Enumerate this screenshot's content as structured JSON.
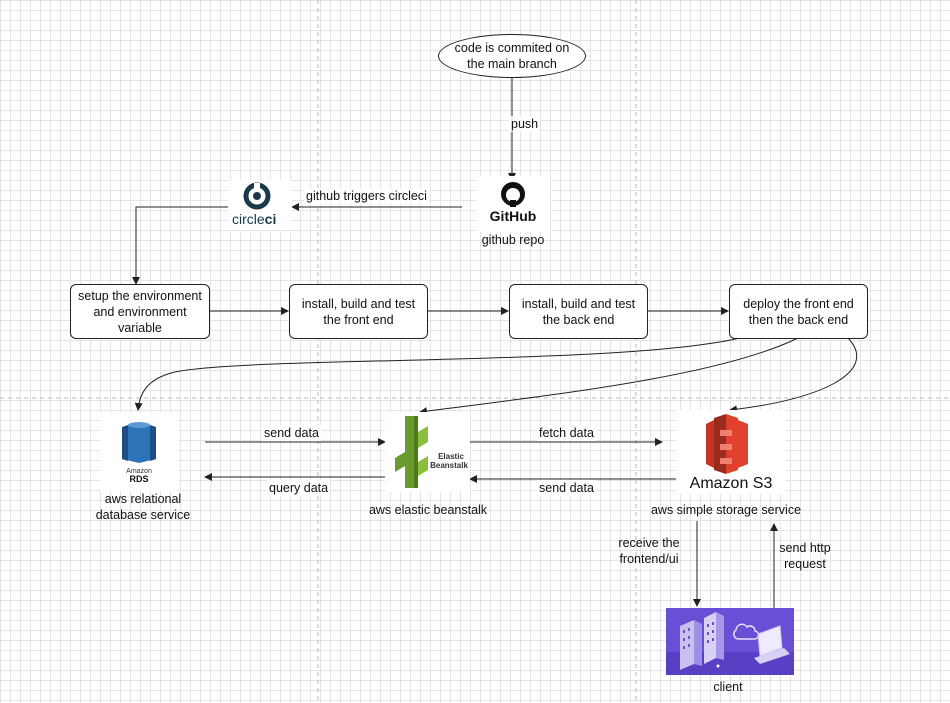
{
  "nodes": {
    "commit": "code is commited on the main branch",
    "github_caption": "github repo",
    "setup": "setup the environment and environment variable",
    "frontend": "install, build and test the front end",
    "backend": "install, build and test the back end",
    "deploy": "deploy the front end then the back end",
    "rds_caption": "aws relational database service",
    "eb_caption": "aws elastic beanstalk",
    "s3_caption": "aws simple storage service",
    "client_caption": "client"
  },
  "edge_labels": {
    "push": "push",
    "github_triggers": "github triggers circleci",
    "send_data_rds": "send data",
    "query_data": "query data",
    "fetch_data": "fetch data",
    "send_data_s3": "send data",
    "receive": "receive the frontend/ui",
    "send_request": "send http request"
  },
  "logos": {
    "github": "GitHub",
    "circleci_a": "circle",
    "circleci_b": "ci",
    "rds_a": "Amazon",
    "rds_b": "RDS",
    "eb_a": "Elastic",
    "eb_b": "Beanstalk",
    "s3": "Amazon S3"
  },
  "colors": {
    "circleci": "#1a3a4a",
    "rds": "#2e73b8",
    "beanstalk": "#6b9a2e",
    "s3": "#e0402e",
    "client_bg": "#6a4fd6"
  }
}
